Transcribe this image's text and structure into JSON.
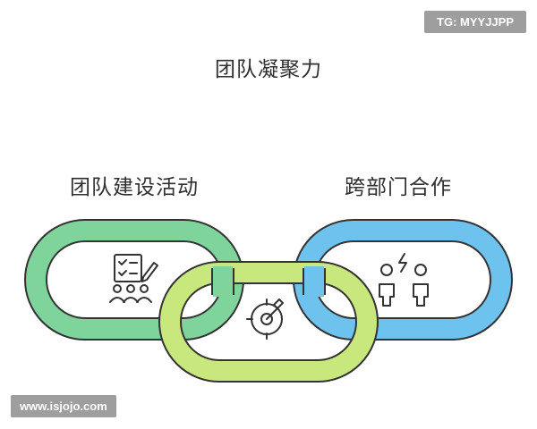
{
  "title": "团队凝聚力",
  "links": [
    {
      "label": "团队建设活动",
      "color": "#7ed49a",
      "icon": "checklist-team-icon"
    },
    {
      "label": "",
      "color": "#c8e87e",
      "icon": "compass-target-icon"
    },
    {
      "label": "跨部门合作",
      "color": "#6ec3ee",
      "icon": "people-spark-icon"
    }
  ],
  "watermarks": {
    "top_right": "TG: MYYJJPP",
    "bottom_left": "www.isjojo.com"
  }
}
